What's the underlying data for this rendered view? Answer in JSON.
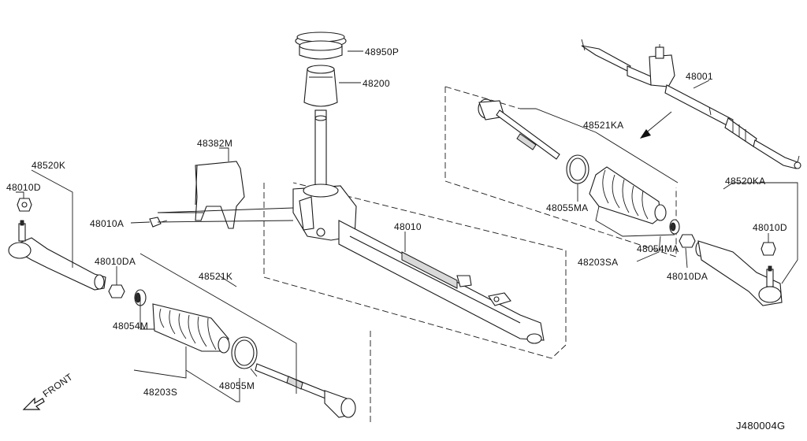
{
  "diagram": {
    "code": "J480004G",
    "front": "FRONT",
    "parts": {
      "p48950P": "48950P",
      "p48200": "48200",
      "p48382M": "48382M",
      "p48520K": "48520K",
      "p48010D_l": "48010D",
      "p48010A": "48010A",
      "p48010DA_l": "48010DA",
      "p48521K": "48521K",
      "p48054M": "48054M",
      "p48203S": "48203S",
      "p48055M": "48055M",
      "p48010": "48010",
      "p48521KA": "48521KA",
      "p48055MA": "48055MA",
      "p48054MA": "48054MA",
      "p48203SA": "48203SA",
      "p48010DA_r": "48010DA",
      "p48520KA": "48520KA",
      "p48010D_r": "48010D",
      "p48001": "48001"
    }
  }
}
